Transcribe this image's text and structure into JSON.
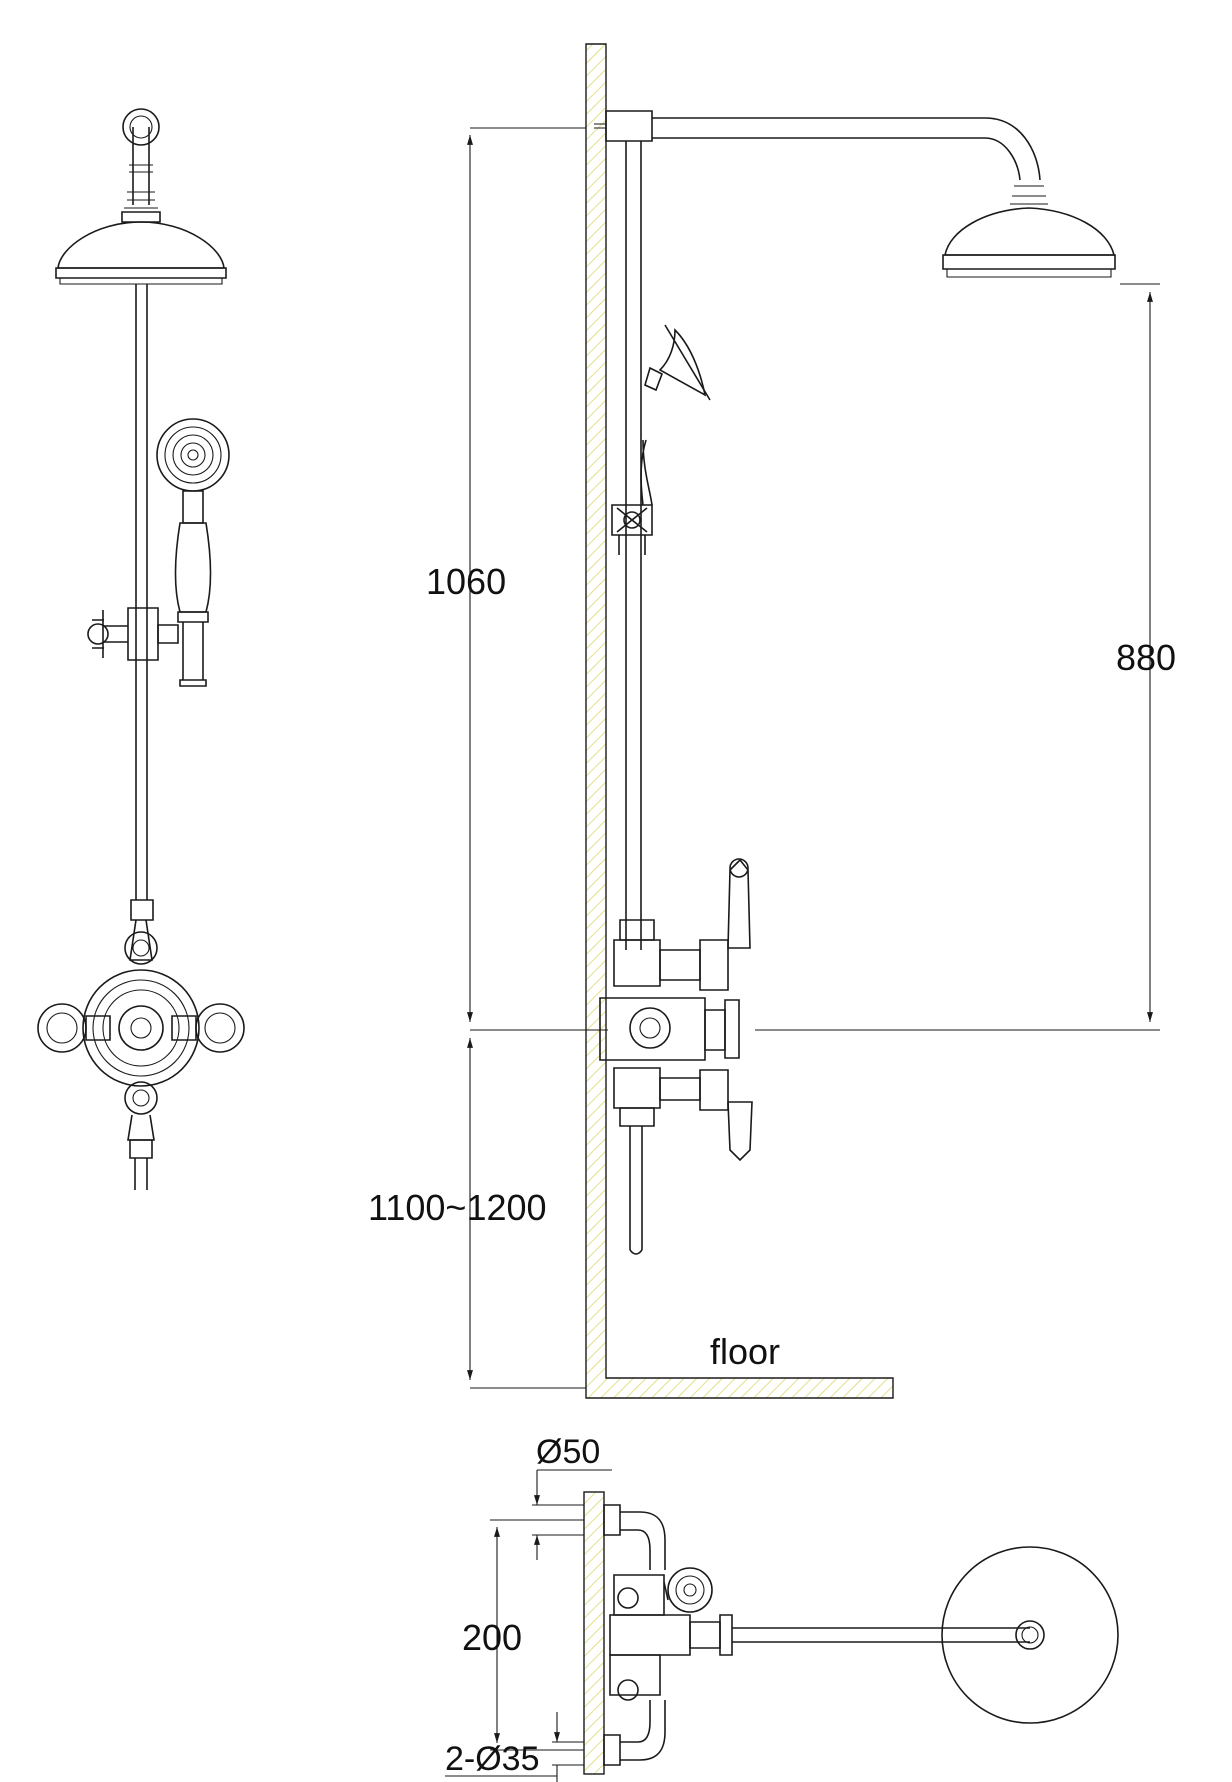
{
  "dimensions": {
    "arm_height": "1060",
    "head_height": "880",
    "valve_height": "1100~1200",
    "inlet_centres": "200",
    "flange_diameter": "Ø50",
    "pipe_diameter": "2-Ø35"
  },
  "labels": {
    "floor": "floor"
  },
  "colors": {
    "line": "#1a1a1a",
    "wall_hatch": "#d8d25a"
  }
}
